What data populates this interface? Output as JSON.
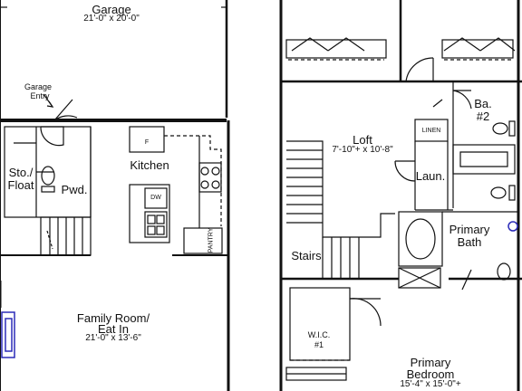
{
  "rooms": {
    "garage": {
      "name": "Garage",
      "dims": "21'-0\" x 20'-0\""
    },
    "garage_entry": {
      "line1": "Garage",
      "line2": "Entry"
    },
    "sto_float": {
      "line1": "Sto./",
      "line2": "Float"
    },
    "pwd": {
      "name": "Pwd."
    },
    "kitchen": {
      "name": "Kitchen"
    },
    "fridge_mark": "F",
    "dw_mark": "DW",
    "pantry": "PANTRY",
    "family_room": {
      "line1": "Family Room/",
      "line2": "Eat In",
      "dims": "21'-0\" x 13'-6\""
    },
    "bath2": {
      "line1": "Ba.",
      "line2": "#2"
    },
    "linen": "LINEN",
    "loft": {
      "name": "Loft",
      "dims": "7'-10\"+ x 10'-8\""
    },
    "laundry": {
      "name": "Laun."
    },
    "primary_bath": {
      "line1": "Primary",
      "line2": "Bath"
    },
    "stairs": {
      "name": "Stairs"
    },
    "wic": {
      "line1": "W.I.C.",
      "line2": "#1"
    },
    "primary_bedroom": {
      "line1": "Primary",
      "line2": "Bedroom",
      "dims": "15'-4\" x 15'-0\"+"
    }
  },
  "colors": {
    "walls": "#111111",
    "background": "#ffffff",
    "accent": "#2b2bb8"
  }
}
